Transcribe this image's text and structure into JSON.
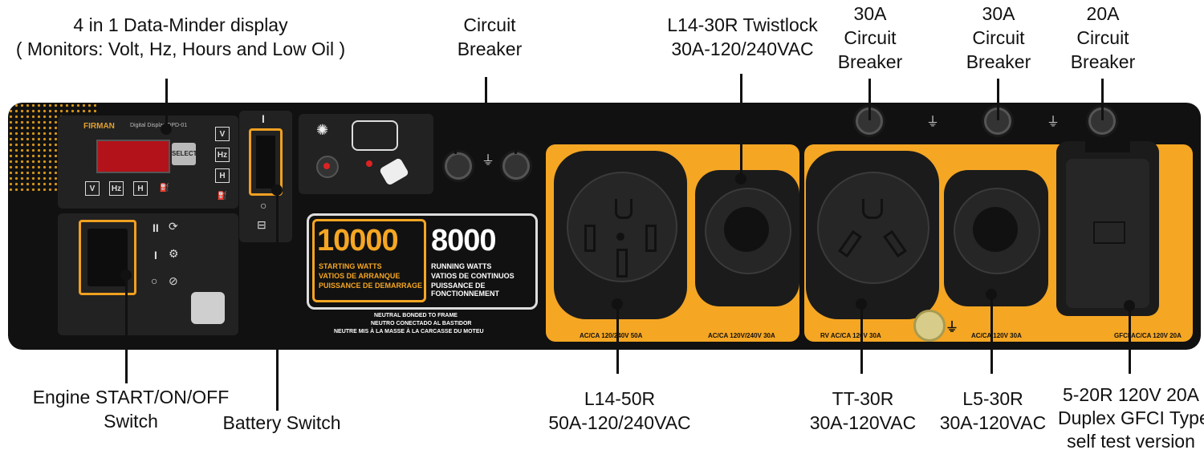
{
  "callouts": {
    "data_minder": {
      "line1": "4 in 1 Data-Minder display",
      "line2": "( Monitors: Volt, Hz, Hours and Low Oil )"
    },
    "circuit_breaker_main": {
      "line1": "Circuit",
      "line2": "Breaker"
    },
    "l14_30r": {
      "line1": "L14-30R Twistlock",
      "line2": "30A-120/240VAC"
    },
    "breaker_30a_1": {
      "line1": "30A",
      "line2": "Circuit",
      "line3": "Breaker"
    },
    "breaker_30a_2": {
      "line1": "30A",
      "line2": "Circuit",
      "line3": "Breaker"
    },
    "breaker_20a": {
      "line1": "20A",
      "line2": "Circuit",
      "line3": "Breaker"
    },
    "engine_switch": {
      "line1": "Engine START/ON/OFF",
      "line2": "Switch"
    },
    "battery_switch": {
      "line1": "Battery Switch"
    },
    "l14_50r": {
      "line1": "L14-50R",
      "line2": "50A-120/240VAC"
    },
    "tt_30r": {
      "line1": "TT-30R",
      "line2": "30A-120VAC"
    },
    "l5_30r": {
      "line1": "L5-30R",
      "line2": "30A-120VAC"
    },
    "gfci": {
      "line1": "5-20R 120V 20A",
      "line2": "Duplex GFCI Type",
      "line3": "self test version"
    }
  },
  "panel": {
    "brand": "FIRMAN",
    "display_model": "Digital Display DPD-01",
    "select_label": "SELECT",
    "display_keys": [
      "V",
      "Hz",
      "H",
      "⛽"
    ],
    "side_keys": [
      "V",
      "Hz",
      "H",
      "⛽"
    ],
    "battery_mark": "I",
    "starting_watts": "10000",
    "starting_label": [
      "STARTING WATTS",
      "VATIOS DE ARRANQUE",
      "PUISSANCE DE DEMARRAGE"
    ],
    "running_watts": "8000",
    "running_label": [
      "RUNNING WATTS",
      "VATIOS DE CONTINUOS",
      "PUISSANCE DE FONCTIONNEMENT"
    ],
    "neutral_note": [
      "NEUTRAL BONDED TO FRAME",
      "NEUTRO CONECTADO AL BASTIDOR",
      "NEUTRE MIS À LA MASSE À LA CARCASSE DU MOTEU"
    ],
    "outlet_labels": {
      "l14_50": "AC/CA 120/240V 50A",
      "l14_30": "AC/CA 120V/240V 30A",
      "tt_30": "RV AC/CA 120V 30A",
      "l5_30": "AC/CA 120V 30A",
      "gfci": "GFCI AC/CA 120V 20A"
    }
  }
}
